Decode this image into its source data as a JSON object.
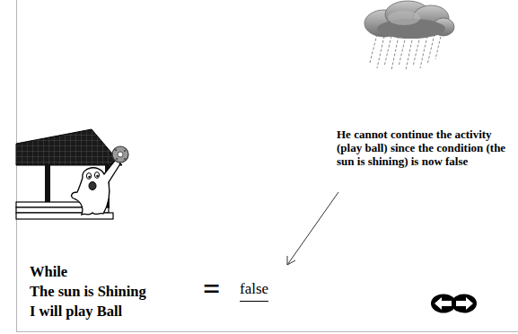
{
  "diagram": {
    "labels": [
      "He cannot continue the activity (play ball) since the condition (the sun is shining) is now false",
      "While",
      "The sun is Shining",
      "=",
      "false",
      "I will play Ball"
    ]
  }
}
